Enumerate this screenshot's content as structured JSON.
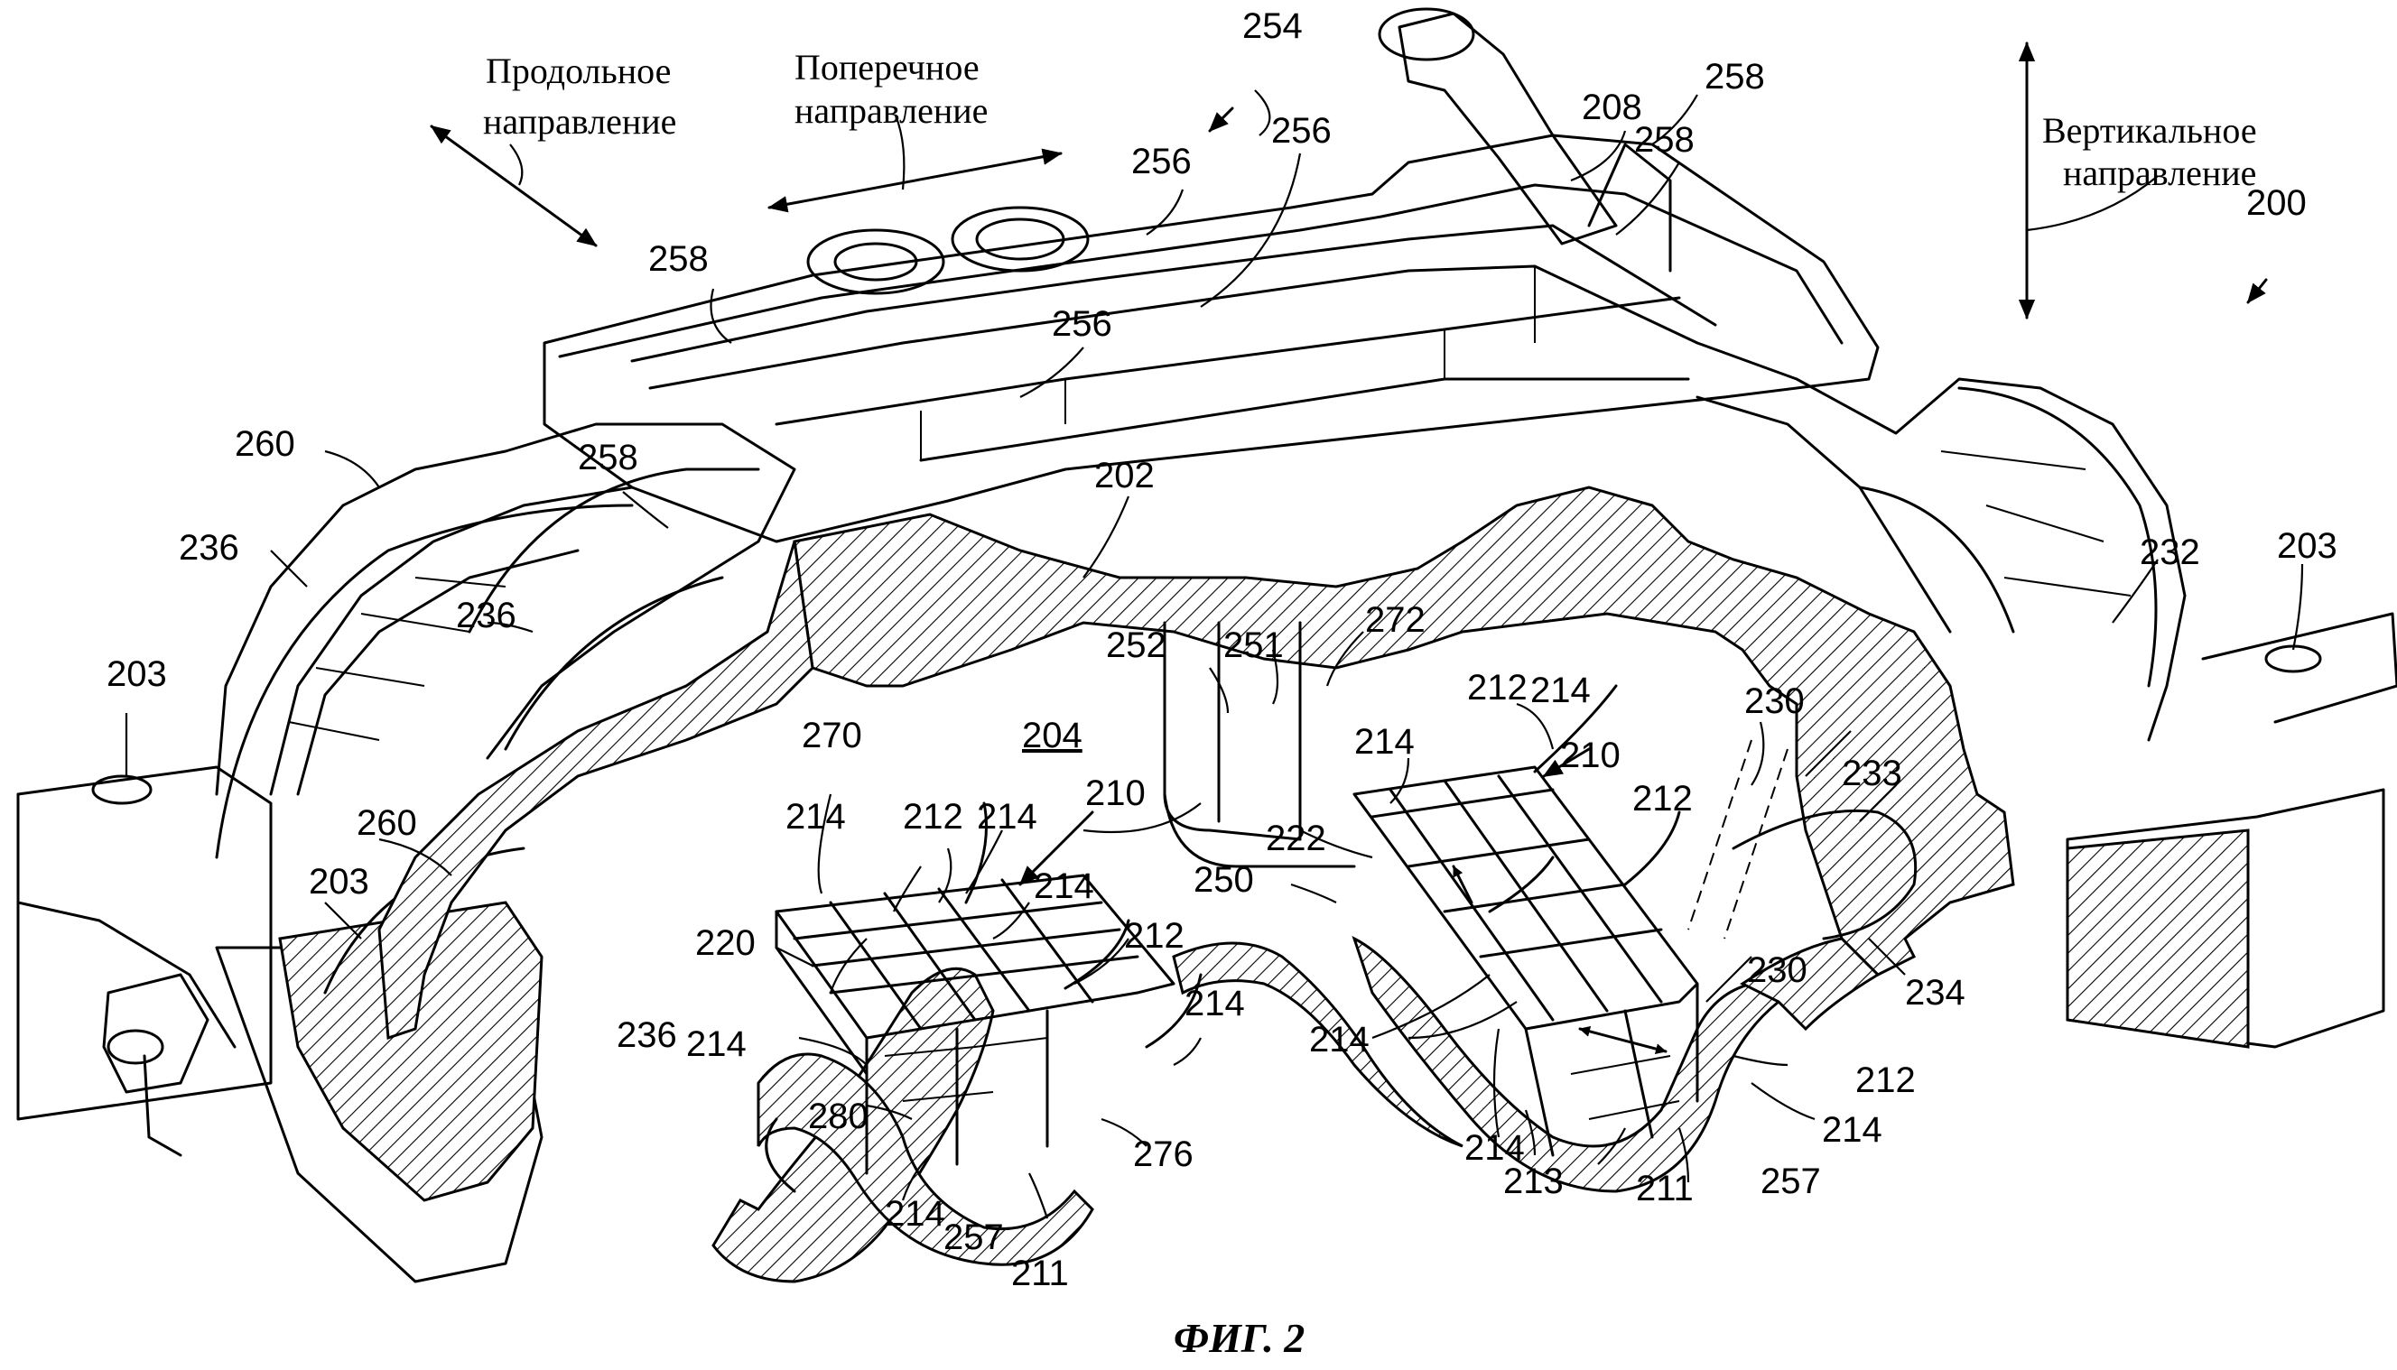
{
  "figure": {
    "caption": "ФИГ. 2"
  },
  "directions": {
    "longitudinal": [
      "Продольное",
      "направление"
    ],
    "transverse": [
      "Поперечное",
      "направление"
    ],
    "vertical": [
      "Вертикальное",
      "направление"
    ]
  },
  "labels": {
    "l254": "254",
    "l256a": "256",
    "l256b": "256",
    "l256c": "256",
    "l208": "208",
    "l258a": "258",
    "l258b": "258",
    "l258c": "258",
    "l258d": "258",
    "l200": "200",
    "l260a": "260",
    "l260b": "260",
    "l236a": "236",
    "l236b": "236",
    "l236c": "236",
    "l202": "202",
    "l232": "232",
    "l203a": "203",
    "l203b": "203",
    "l203c": "203",
    "l252": "252",
    "l251": "251",
    "l272": "272",
    "l212a": "212",
    "l212b": "212",
    "l212c": "212",
    "l212d": "212",
    "l212e": "212",
    "l214a": "214",
    "l214b": "214",
    "l214c": "214",
    "l214d": "214",
    "l214e": "214",
    "l214f": "214",
    "l214g": "214",
    "l214h": "214",
    "l214i": "214",
    "l214j": "214",
    "l230a": "230",
    "l230b": "230",
    "l270": "270",
    "l204": "204",
    "l210a": "210",
    "l210b": "210",
    "l233": "233",
    "l222": "222",
    "l220": "220",
    "l250": "250",
    "l234": "234",
    "l280": "280",
    "l276": "276",
    "l257a": "257",
    "l257b": "257",
    "l211a": "211",
    "l211b": "211",
    "l213": "213"
  }
}
